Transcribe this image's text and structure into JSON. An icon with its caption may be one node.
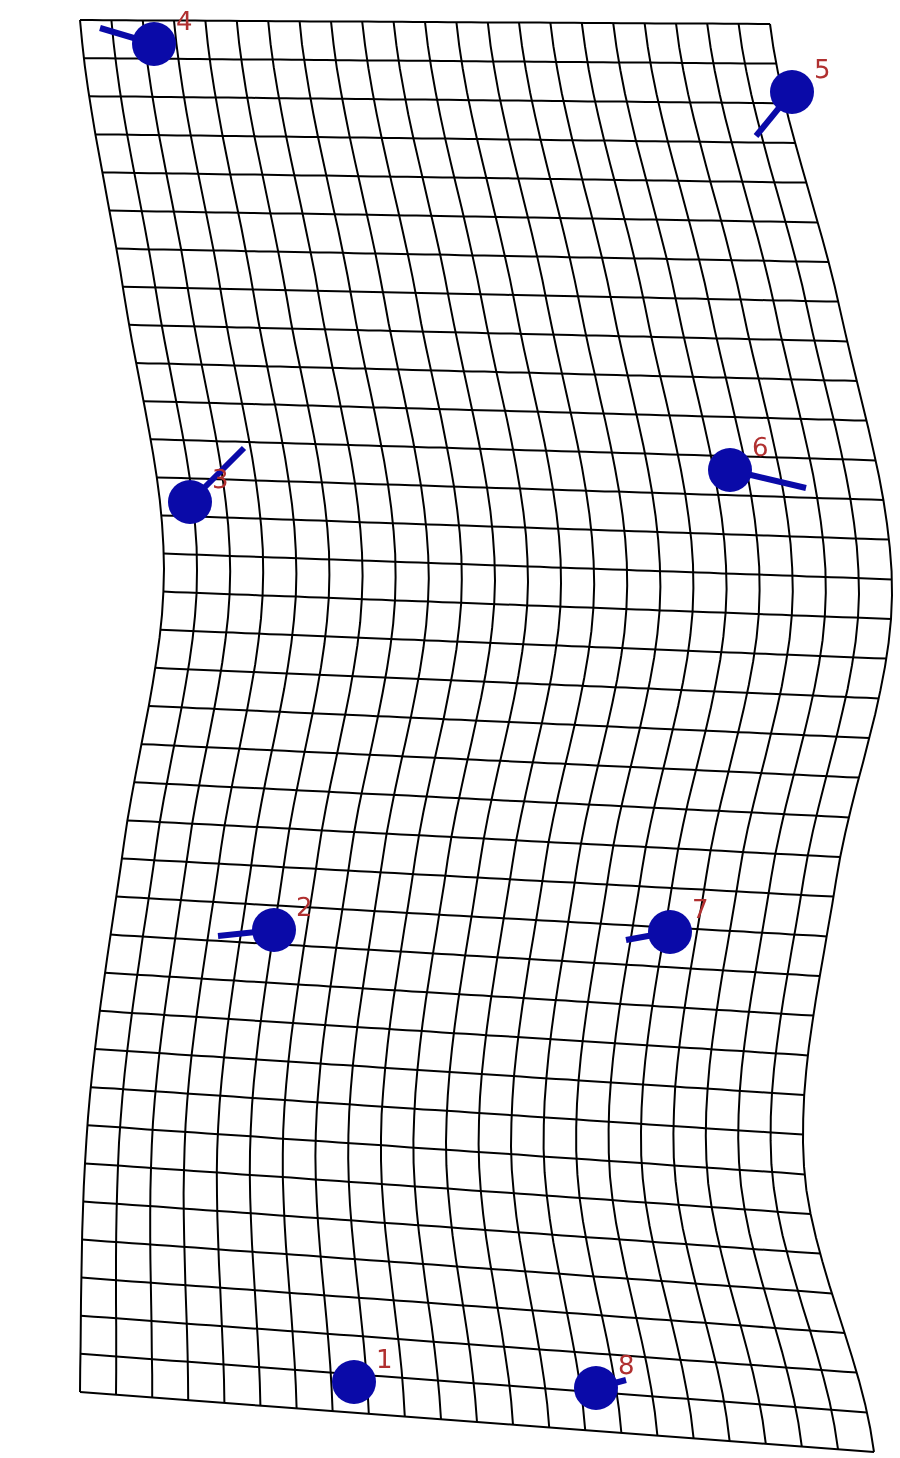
{
  "diagram": {
    "nodes": [
      {
        "text": [],
        "shape": "circle",
        "beside": [
          "4"
        ]
      },
      {
        "text": [],
        "shape": "circle",
        "beside": [
          "5"
        ]
      },
      {
        "text": [],
        "shape": "circle",
        "beside": [
          "3"
        ]
      },
      {
        "text": [],
        "shape": "circle",
        "beside": [
          "6"
        ]
      },
      {
        "text": [],
        "shape": "circle",
        "beside": [
          "2"
        ]
      },
      {
        "text": [],
        "shape": "circle",
        "beside": [
          "7"
        ]
      },
      {
        "text": [],
        "shape": "circle",
        "beside": [
          "1"
        ]
      },
      {
        "text": [],
        "shape": "circle",
        "beside": [
          "8"
        ]
      }
    ]
  }
}
